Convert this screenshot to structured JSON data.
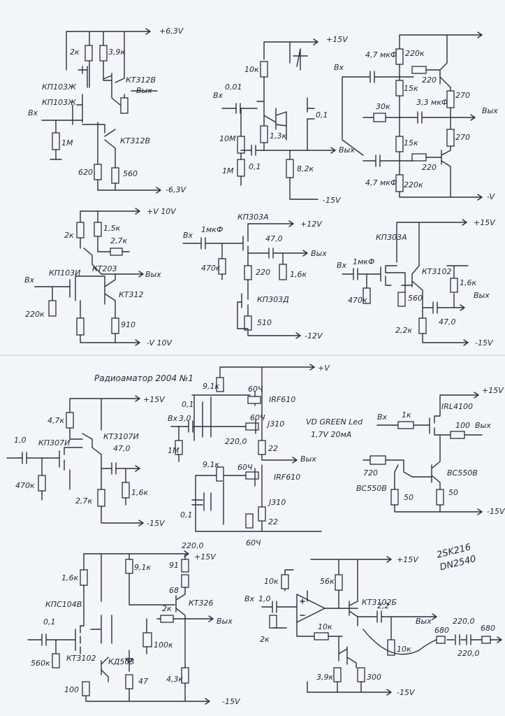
{
  "sheet_title": "Радиоаматор 2004 №1",
  "signature": [
    "2SK216",
    "DN2540"
  ],
  "circuit1": {
    "vpos": "+6,3V",
    "vneg": "-6,3V",
    "r1": "2к",
    "r2": "3,9к",
    "q1": "КП103Ж",
    "q2": "КП103Ж",
    "q3": "КТ312В",
    "q4": "КТ312В",
    "out": "Вых",
    "in": "Вх",
    "r3": "1М",
    "r4": "620",
    "r5": "560"
  },
  "circuit2": {
    "vpos": "+15V",
    "vneg": "-15V",
    "in": "Вх",
    "out": "Вых",
    "c1": "0,01",
    "r1": "10к",
    "r2": "10М",
    "r3": "1М",
    "c2": "0,1",
    "r4": "1,3к",
    "c3": "0,1",
    "r5": "8,2к"
  },
  "circuit3": {
    "in": "Вх",
    "out": "Вых",
    "vneg": "-V",
    "c1": "4,7 мкФ",
    "c2": "4,7 мкФ",
    "r1": "220к",
    "r2": "15к",
    "r3": "220",
    "r4": "270",
    "r5": "30к",
    "c3": "3,3 мкФ",
    "r6": "270",
    "r7": "15к",
    "r8": "220",
    "r9": "220к"
  },
  "circuit4": {
    "vpos": "+V 10V",
    "vneg": "-V 10V",
    "in": "Вх",
    "out": "Вых",
    "r1": "2к",
    "r2": "1,5к",
    "r3": "2,7к",
    "q1": "КТ203",
    "q2": "КП103И",
    "q3": "КТ312",
    "r4": "220к",
    "r5": "910"
  },
  "circuit5": {
    "vpos": "+12V",
    "vneg": "-12V",
    "in": "Вх",
    "out": "Вых",
    "c1": "1мкФ",
    "q1": "КП303А",
    "c2": "47,0",
    "r1": "470к",
    "r2": "220",
    "r3": "1,6к",
    "q2": "КП303Д",
    "r4": "510"
  },
  "circuit6": {
    "vpos": "+15V",
    "vneg": "-15V",
    "in": "Вх",
    "out": "Вых",
    "c1": "1мкФ",
    "q1": "КП303А",
    "q2": "КТ3102",
    "r1": "470к",
    "r2": "560",
    "r3": "1,6к",
    "r4": "2,2к",
    "c2": "47,0"
  },
  "circuit7": {
    "vpos": "+15V",
    "vneg": "-15V",
    "c1": "1,0",
    "q1": "КП307И",
    "r1": "4,7к",
    "q2": "КТ3107И",
    "c2": "47,0",
    "r2": "470к",
    "r3": "2,7к",
    "r4": "1,6к"
  },
  "circuit8": {
    "vpos": "+V",
    "in": "Вх",
    "out": "Вых",
    "r1": "9,1к",
    "c1": "0,1",
    "r2": "60Ч",
    "q1": "IRF610",
    "c2": "3,0",
    "r3": "60Ч",
    "q2": "J310",
    "r4": "1М",
    "r5": "220,0",
    "r6": "22",
    "r7": "9,1к",
    "r8": "60Ч",
    "q3": "IRF610",
    "c3": "0,1",
    "q4": "J310",
    "r9": "22",
    "r10": "60Ч",
    "led_note1": "VD GREEN Led",
    "led_note2": "1,7V 20мА"
  },
  "circuit9": {
    "vpos": "+15V",
    "vneg": "-15V",
    "in": "Вх",
    "out": "Вых",
    "r1": "1к",
    "q1": "IRL4100",
    "r2": "100",
    "r3": "720",
    "q2": "BC550B",
    "q3": "BC550B",
    "r4": "50",
    "r5": "50"
  },
  "circuit10": {
    "vpos": "+15V",
    "vneg": "-15V",
    "out": "Вых",
    "r0": "220,0",
    "r1": "1,6к",
    "q1": "КПС104В",
    "r2": "9,1к",
    "r3": "91",
    "r4": "68",
    "q2": "КТ326",
    "r5": "2к",
    "c1": "0,1",
    "r6": "560к",
    "r7": "100к",
    "q3": "КТ3102",
    "d1": "КД503",
    "r8": "100",
    "r9": "47",
    "r10": "4,3к"
  },
  "circuit11": {
    "vpos": "+15V",
    "vneg": "-15V",
    "in": "Вх",
    "out": "Вых",
    "r1": "10к",
    "c1": "1,0",
    "r2": "56к",
    "q1": "КТ3102Б",
    "c2": "2,2",
    "r3": "2к",
    "r4": "10к",
    "r5": "10к",
    "r6": "3,9к",
    "r7": "300",
    "r8": "680",
    "c3": "220,0",
    "r9": "680",
    "c4": "220,0"
  }
}
